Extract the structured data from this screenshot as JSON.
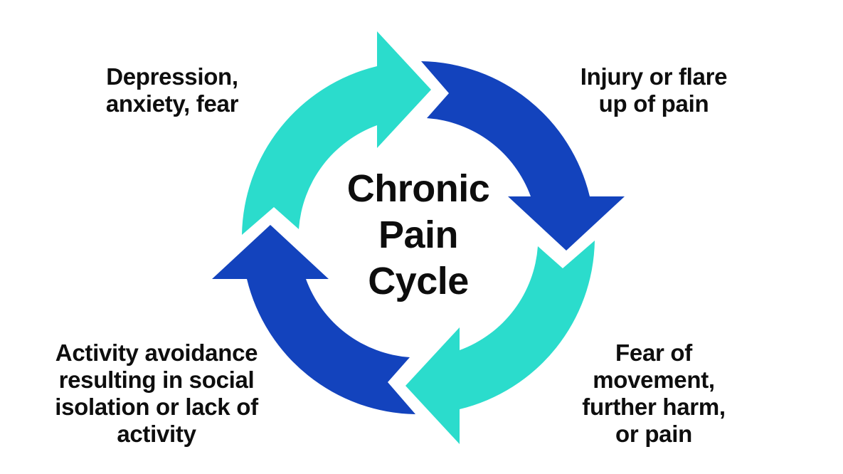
{
  "colors": {
    "teal": "#2BDCCC",
    "blue": "#1343BD",
    "text": "#0E0E0E",
    "background": "#FFFFFF"
  },
  "diagram": {
    "center_title": {
      "text": "Chronic Pain Cycle",
      "lines": [
        "Chronic",
        "Pain",
        "Cycle"
      ]
    },
    "stages": [
      {
        "id": "depression",
        "position": "top-left",
        "text": "Depression, anxiety, fear",
        "lines": [
          "Depression,",
          "anxiety, fear"
        ]
      },
      {
        "id": "injury",
        "position": "top-right",
        "text": "Injury or flare up of pain",
        "lines": [
          "Injury or flare",
          "up of pain"
        ]
      },
      {
        "id": "fear-of-movement",
        "position": "bottom-right",
        "text": "Fear of movement, further harm, or pain",
        "lines": [
          "Fear of",
          "movement,",
          "further harm,",
          "or pain"
        ]
      },
      {
        "id": "activity-avoidance",
        "position": "bottom-left",
        "text": "Activity avoidance resulting in social isolation or lack of activity",
        "lines": [
          "Activity avoidance",
          "resulting in social",
          "isolation or lack of",
          "activity"
        ]
      }
    ],
    "arrows": [
      {
        "name": "top",
        "color": "#2BDCCC",
        "from": "depression",
        "to": "injury"
      },
      {
        "name": "right",
        "color": "#1343BD",
        "from": "injury",
        "to": "fear-of-movement"
      },
      {
        "name": "bottom",
        "color": "#2BDCCC",
        "from": "fear-of-movement",
        "to": "activity-avoidance"
      },
      {
        "name": "left",
        "color": "#1343BD",
        "from": "activity-avoidance",
        "to": "depression"
      }
    ]
  }
}
